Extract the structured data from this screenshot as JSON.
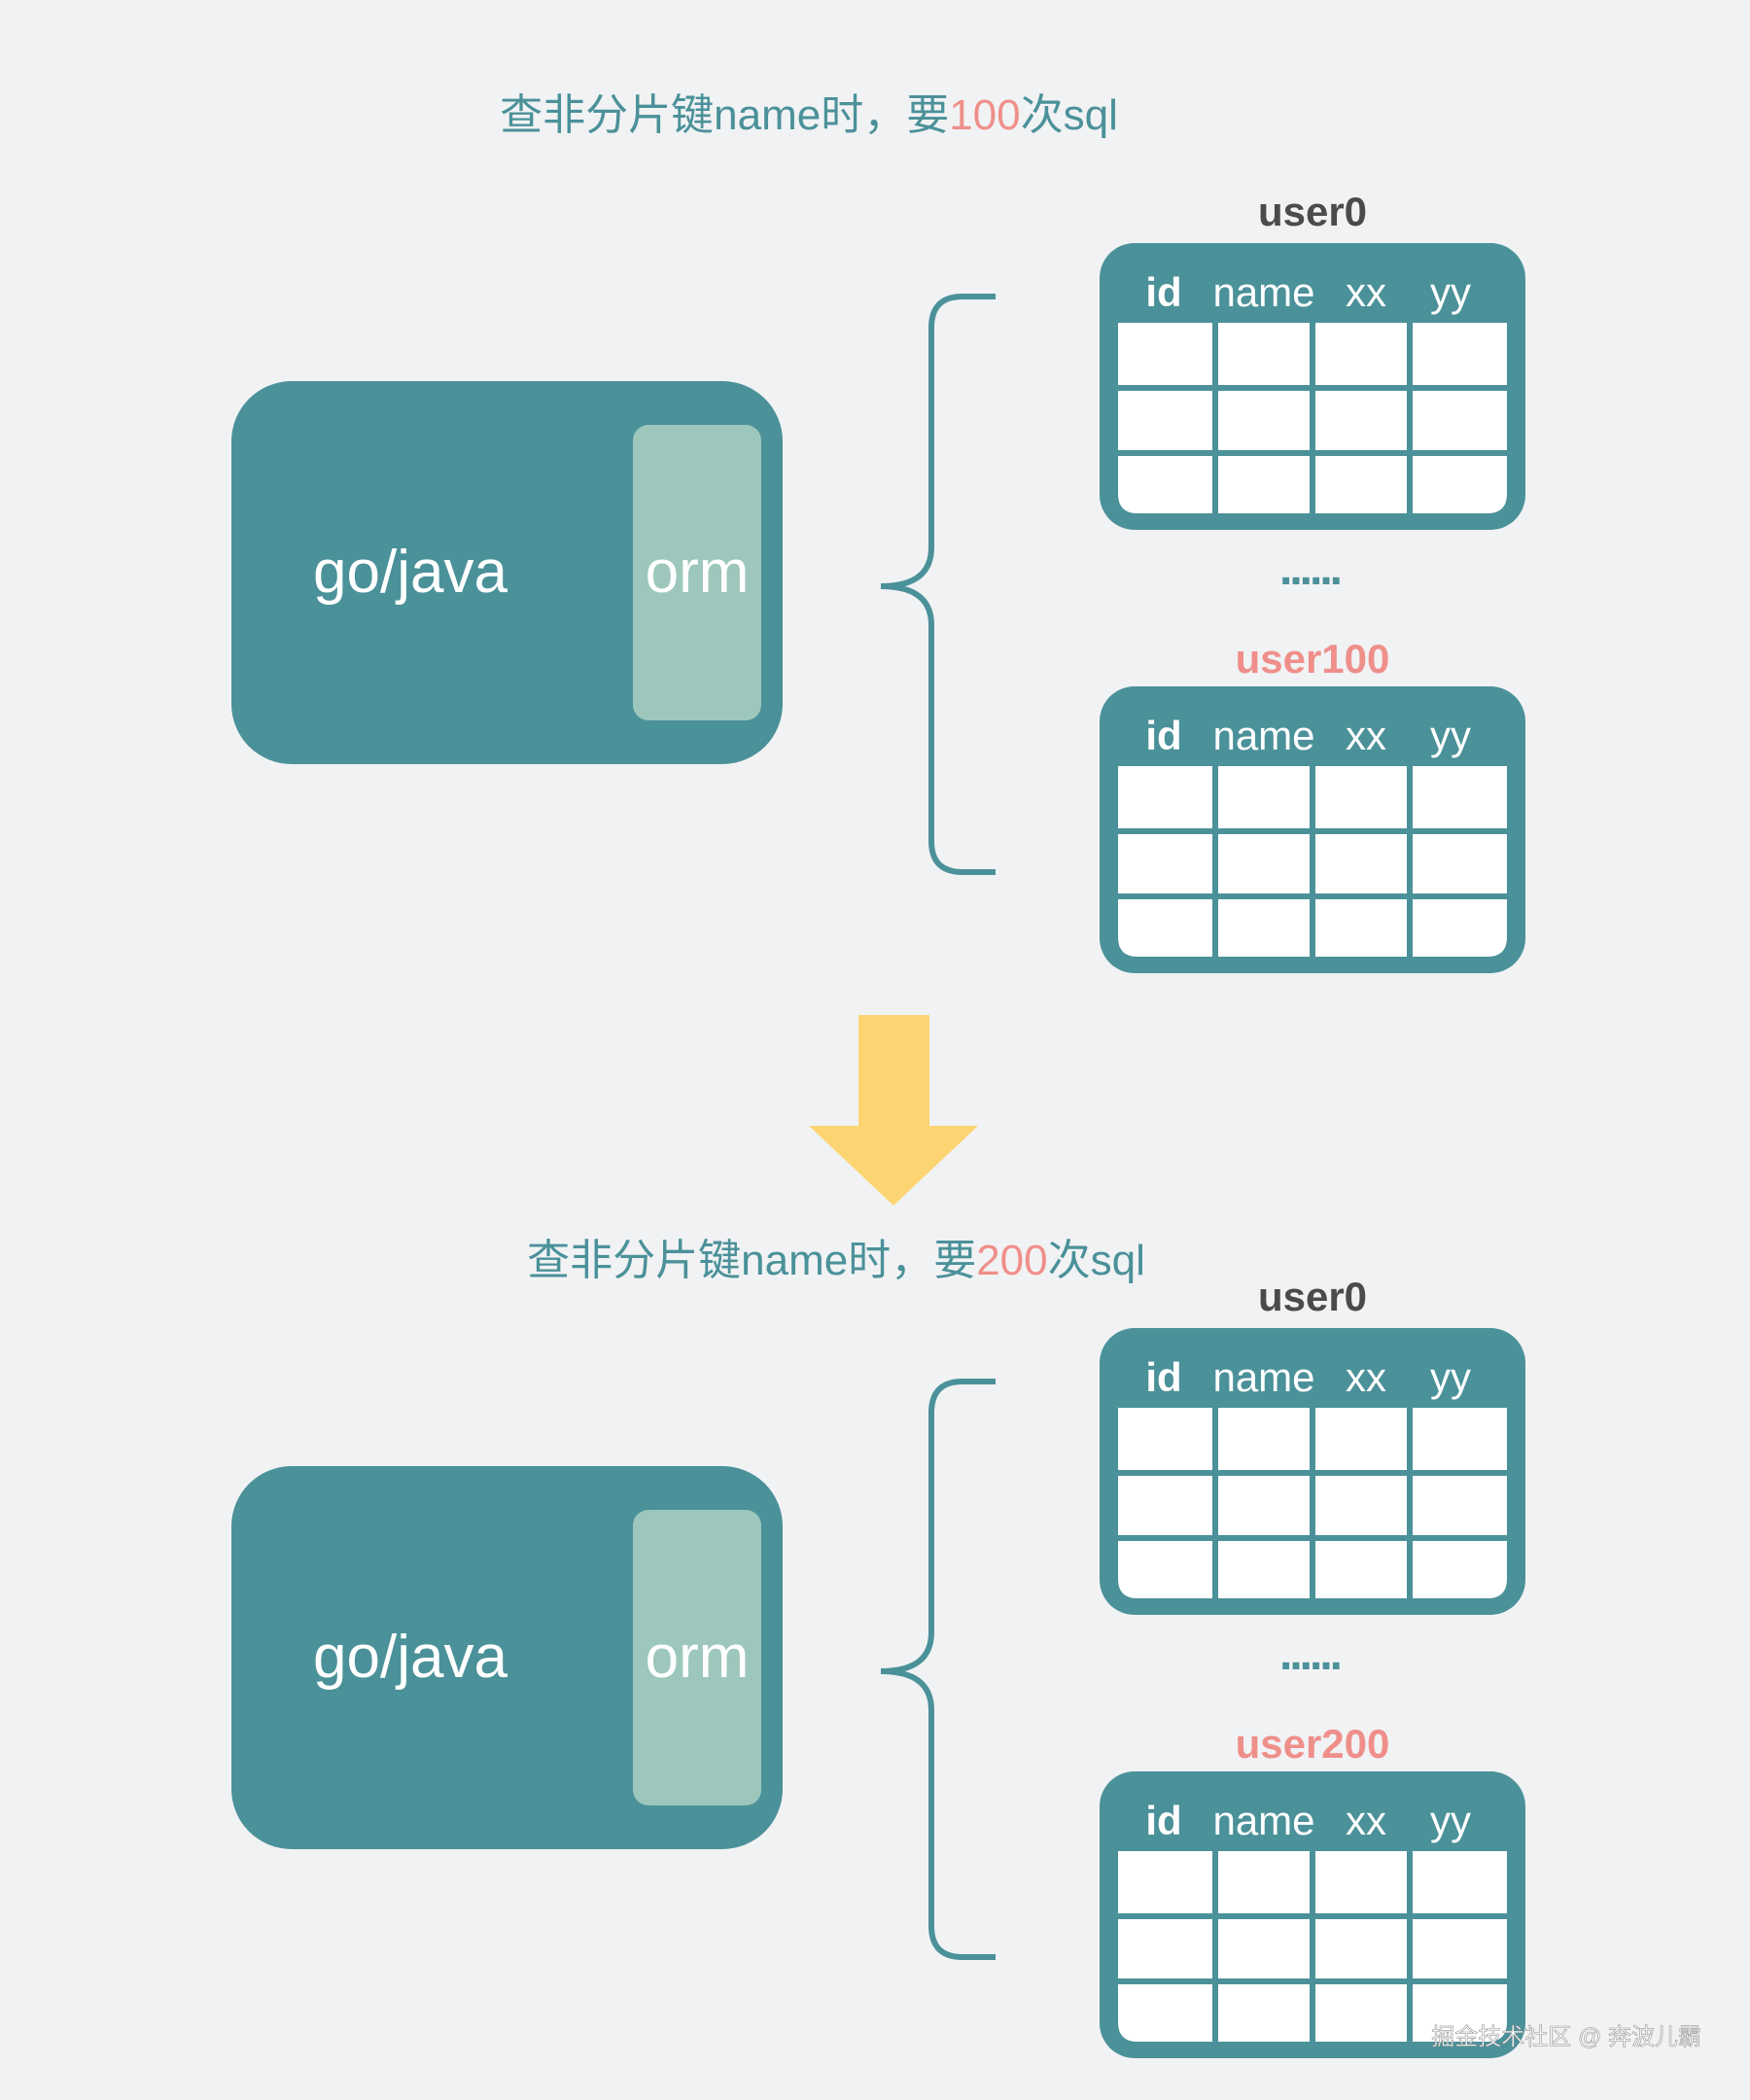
{
  "colors": {
    "background": "#f1f2f4",
    "teal": "#4b9199",
    "orm": "#9dc7bd",
    "highlight": "#ef8f8a",
    "heading": "#4b4b4b",
    "arrow": "#fcd572",
    "white": "#ffffff"
  },
  "sections": [
    {
      "caption": {
        "prefix": "查非分片键name时，要",
        "count": "100",
        "suffix": "次sql"
      },
      "app": {
        "label": "go/java",
        "orm": "orm"
      },
      "tables": [
        {
          "name": "user0",
          "highlight": false,
          "columns": [
            "id",
            "name",
            "xx",
            "yy"
          ]
        },
        {
          "name": "user100",
          "highlight": true,
          "columns": [
            "id",
            "name",
            "xx",
            "yy"
          ]
        }
      ],
      "ellipsis": "......"
    },
    {
      "caption": {
        "prefix": "查非分片键name时，要",
        "count": "200",
        "suffix": "次sql"
      },
      "app": {
        "label": "go/java",
        "orm": "orm"
      },
      "tables": [
        {
          "name": "user0",
          "highlight": false,
          "columns": [
            "id",
            "name",
            "xx",
            "yy"
          ]
        },
        {
          "name": "user200",
          "highlight": true,
          "columns": [
            "id",
            "name",
            "xx",
            "yy"
          ]
        }
      ],
      "ellipsis": "......"
    }
  ],
  "arrow": {
    "icon": "arrow-down-icon"
  },
  "watermark": "掘金技术社区 @ 奔波儿霸"
}
